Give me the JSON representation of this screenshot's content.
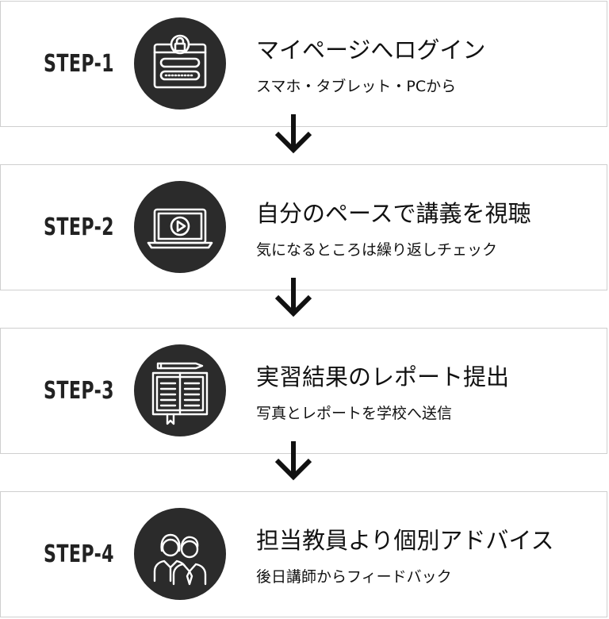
{
  "steps": [
    {
      "label": "STEP-1",
      "title": "マイページへログイン",
      "subtitle": "スマホ・タブレット・PCから",
      "icon": "login-icon"
    },
    {
      "label": "STEP-2",
      "title": "自分のペースで講義を視聴",
      "subtitle": "気になるところは繰り返しチェック",
      "icon": "video-lecture-icon"
    },
    {
      "label": "STEP-3",
      "title": "実習結果のレポート提出",
      "subtitle": "写真とレポートを学校へ送信",
      "icon": "notebook-icon"
    },
    {
      "label": "STEP-4",
      "title": "担当教員より個別アドバイス",
      "subtitle": "後日講師からフィードバック",
      "icon": "teachers-icon"
    }
  ],
  "colors": {
    "icon_background": "#2b2b2b",
    "icon_stroke": "#ffffff",
    "border": "#cfcfcf",
    "text": "#111111"
  }
}
